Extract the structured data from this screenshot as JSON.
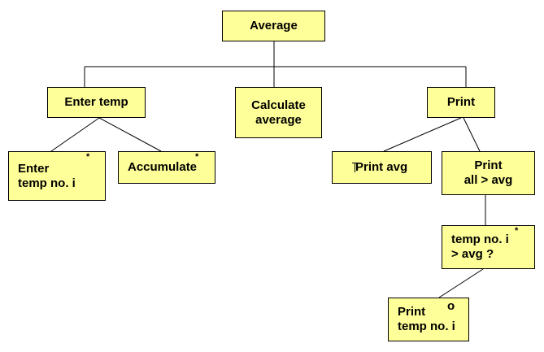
{
  "diagram": {
    "box_fill": "#ffff99",
    "box_border": "#000000",
    "line_color": "#000000",
    "nodes": {
      "average": {
        "lines": [
          "Average"
        ]
      },
      "enter_temp": {
        "lines": [
          "Enter temp"
        ]
      },
      "calculate_average": {
        "lines": [
          "Calculate",
          "average"
        ]
      },
      "print": {
        "lines": [
          "Print"
        ]
      },
      "enter_temp_no_i": {
        "lines": [
          "Enter",
          "temp no. i"
        ],
        "marker": "*"
      },
      "accumulate": {
        "lines": [
          "Accumulate"
        ],
        "marker": "*"
      },
      "print_avg": {
        "lines": [
          "Print avg"
        ]
      },
      "print_all_gt_avg": {
        "lines": [
          "Print",
          "all > avg"
        ]
      },
      "temp_gt_avg": {
        "lines": [
          "temp no. i",
          "> avg ?"
        ],
        "marker": "*"
      },
      "print_temp_no_i": {
        "lines": [
          "Print",
          "temp no. i"
        ],
        "marker": "o"
      }
    }
  }
}
